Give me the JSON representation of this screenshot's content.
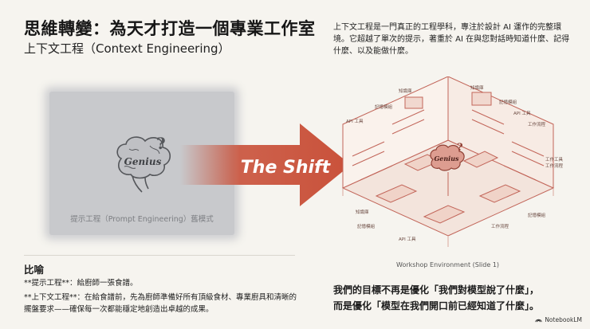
{
  "title": "思維轉變：為天才打造一個專業工作室",
  "subtitle": "上下文工程（Context Engineering）",
  "intro": "上下文工程是一門真正的工程學科，專注於設計 AI 運作的完整環境。它超越了單次的提示，著重於 AI 在與您對話時知道什麼、記得什麼、以及能做什麼。",
  "old_model": {
    "brain_label": "Genius",
    "caption": "提示工程（Prompt Engineering）舊模式"
  },
  "arrow_label": "The Shift",
  "workshop": {
    "brain_label": "Genius",
    "caption": "Workshop Environment (Slide 1)",
    "labels": {
      "knowledge_base_left": "知識庫",
      "knowledge_base_right": "知識庫",
      "memory_module_1": "記憶模組",
      "memory_module_2": "記憶模組",
      "memory_module_3": "記憶模組",
      "memory_module_4": "記憶模組",
      "api_tool_1": "API 工具",
      "api_tool_2": "API 工具",
      "api_tool_3": "API 工具",
      "tools_1": "工作工具",
      "workflow_1": "工作流程",
      "workflow_2": "工作流程",
      "workflow_3": "工作流程",
      "knowledge_base_bottom": "知識庫"
    }
  },
  "metaphor": {
    "heading": "比喻",
    "p1": "**提示工程**：給廚師一張食譜。",
    "p2": "**上下文工程**：在給食譜前，先為廚師準備好所有頂級食材、專業廚具和清晰的擺盤要求——確保每一次都能穩定地創造出卓越的成果。"
  },
  "conclusion": {
    "line1": "我們的目標不再是優化「我們對模型說了什麼」，",
    "line2": "而是優化「模型在我們開口前已經知道了什麼」。"
  },
  "brand": "NotebookLM",
  "colors": {
    "background": "#f6f4ef",
    "arrow": "#c9513a",
    "brain": "#d79a8e",
    "room_line": "#c2665a"
  }
}
